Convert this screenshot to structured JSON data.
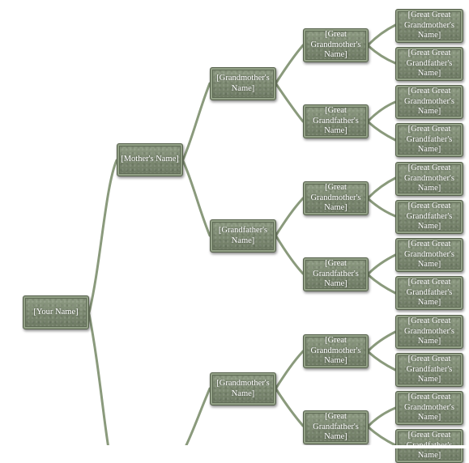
{
  "tree": {
    "self": "[Your Name]",
    "mother": "[Mother's Name]",
    "grandparents": {
      "grandmother_top": "[Grandmother's Name]",
      "grandfather": "[Grandfather's Name]",
      "grandmother_bottom": "[Grandmother's Name]"
    },
    "great_grandparents": [
      "[Great Grandmother's Name]",
      "[Great Grandfather's Name]",
      "[Great Grandmother's Name]",
      "[Great Grandfather's Name]",
      "[Great Grandmother's Name]",
      "[Great Grandfather's Name]"
    ],
    "great_great_grandparents": [
      "[Great Great Grandmother's Name]",
      "[Great Great Grandfather's Name]",
      "[Great Great Grandmother's Name]",
      "[Great Great Grandfather's Name]",
      "[Great Great Grandmother's Name]",
      "[Great Great Grandfather's Name]",
      "[Great Great Grandmother's Name]",
      "[Great Great Grandfather's Name]",
      "[Great Great Grandmother's Name]",
      "[Great Great Grandfather's Name]",
      "[Great Great Grandmother's Name]",
      "[Great Great Grandfather's Name]"
    ]
  },
  "colors": {
    "connector": "#8a9a7c",
    "box_fill": "#7b8870",
    "box_border": "#55604b",
    "text": "#ffffff"
  }
}
